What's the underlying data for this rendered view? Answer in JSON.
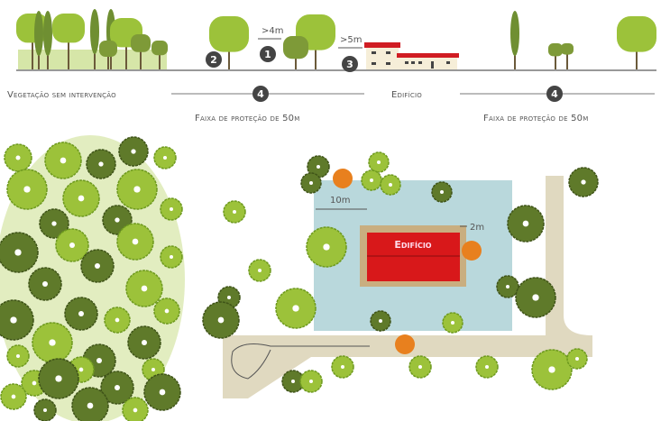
{
  "elevation": {
    "distance_tree_spacing": ">4m",
    "distance_building": ">5m",
    "markers": [
      "1",
      "2",
      "3",
      "4"
    ],
    "label_vegetation": "Vegetação sem intervenção",
    "label_building": "Edifício",
    "label_band_left": "Faixa de proteção de 50m",
    "label_band_right": "Faixa de proteção de 50m"
  },
  "plan": {
    "building_label": "Edifício",
    "distance_zone": "10m",
    "distance_building": "2m"
  },
  "colors": {
    "tree_light": "#9cc23a",
    "tree_dark": "#5f7a2a",
    "zone": "#b9d8dc",
    "building": "#d8181a",
    "orange": "#e8801e",
    "road": "#e0d9c0"
  }
}
